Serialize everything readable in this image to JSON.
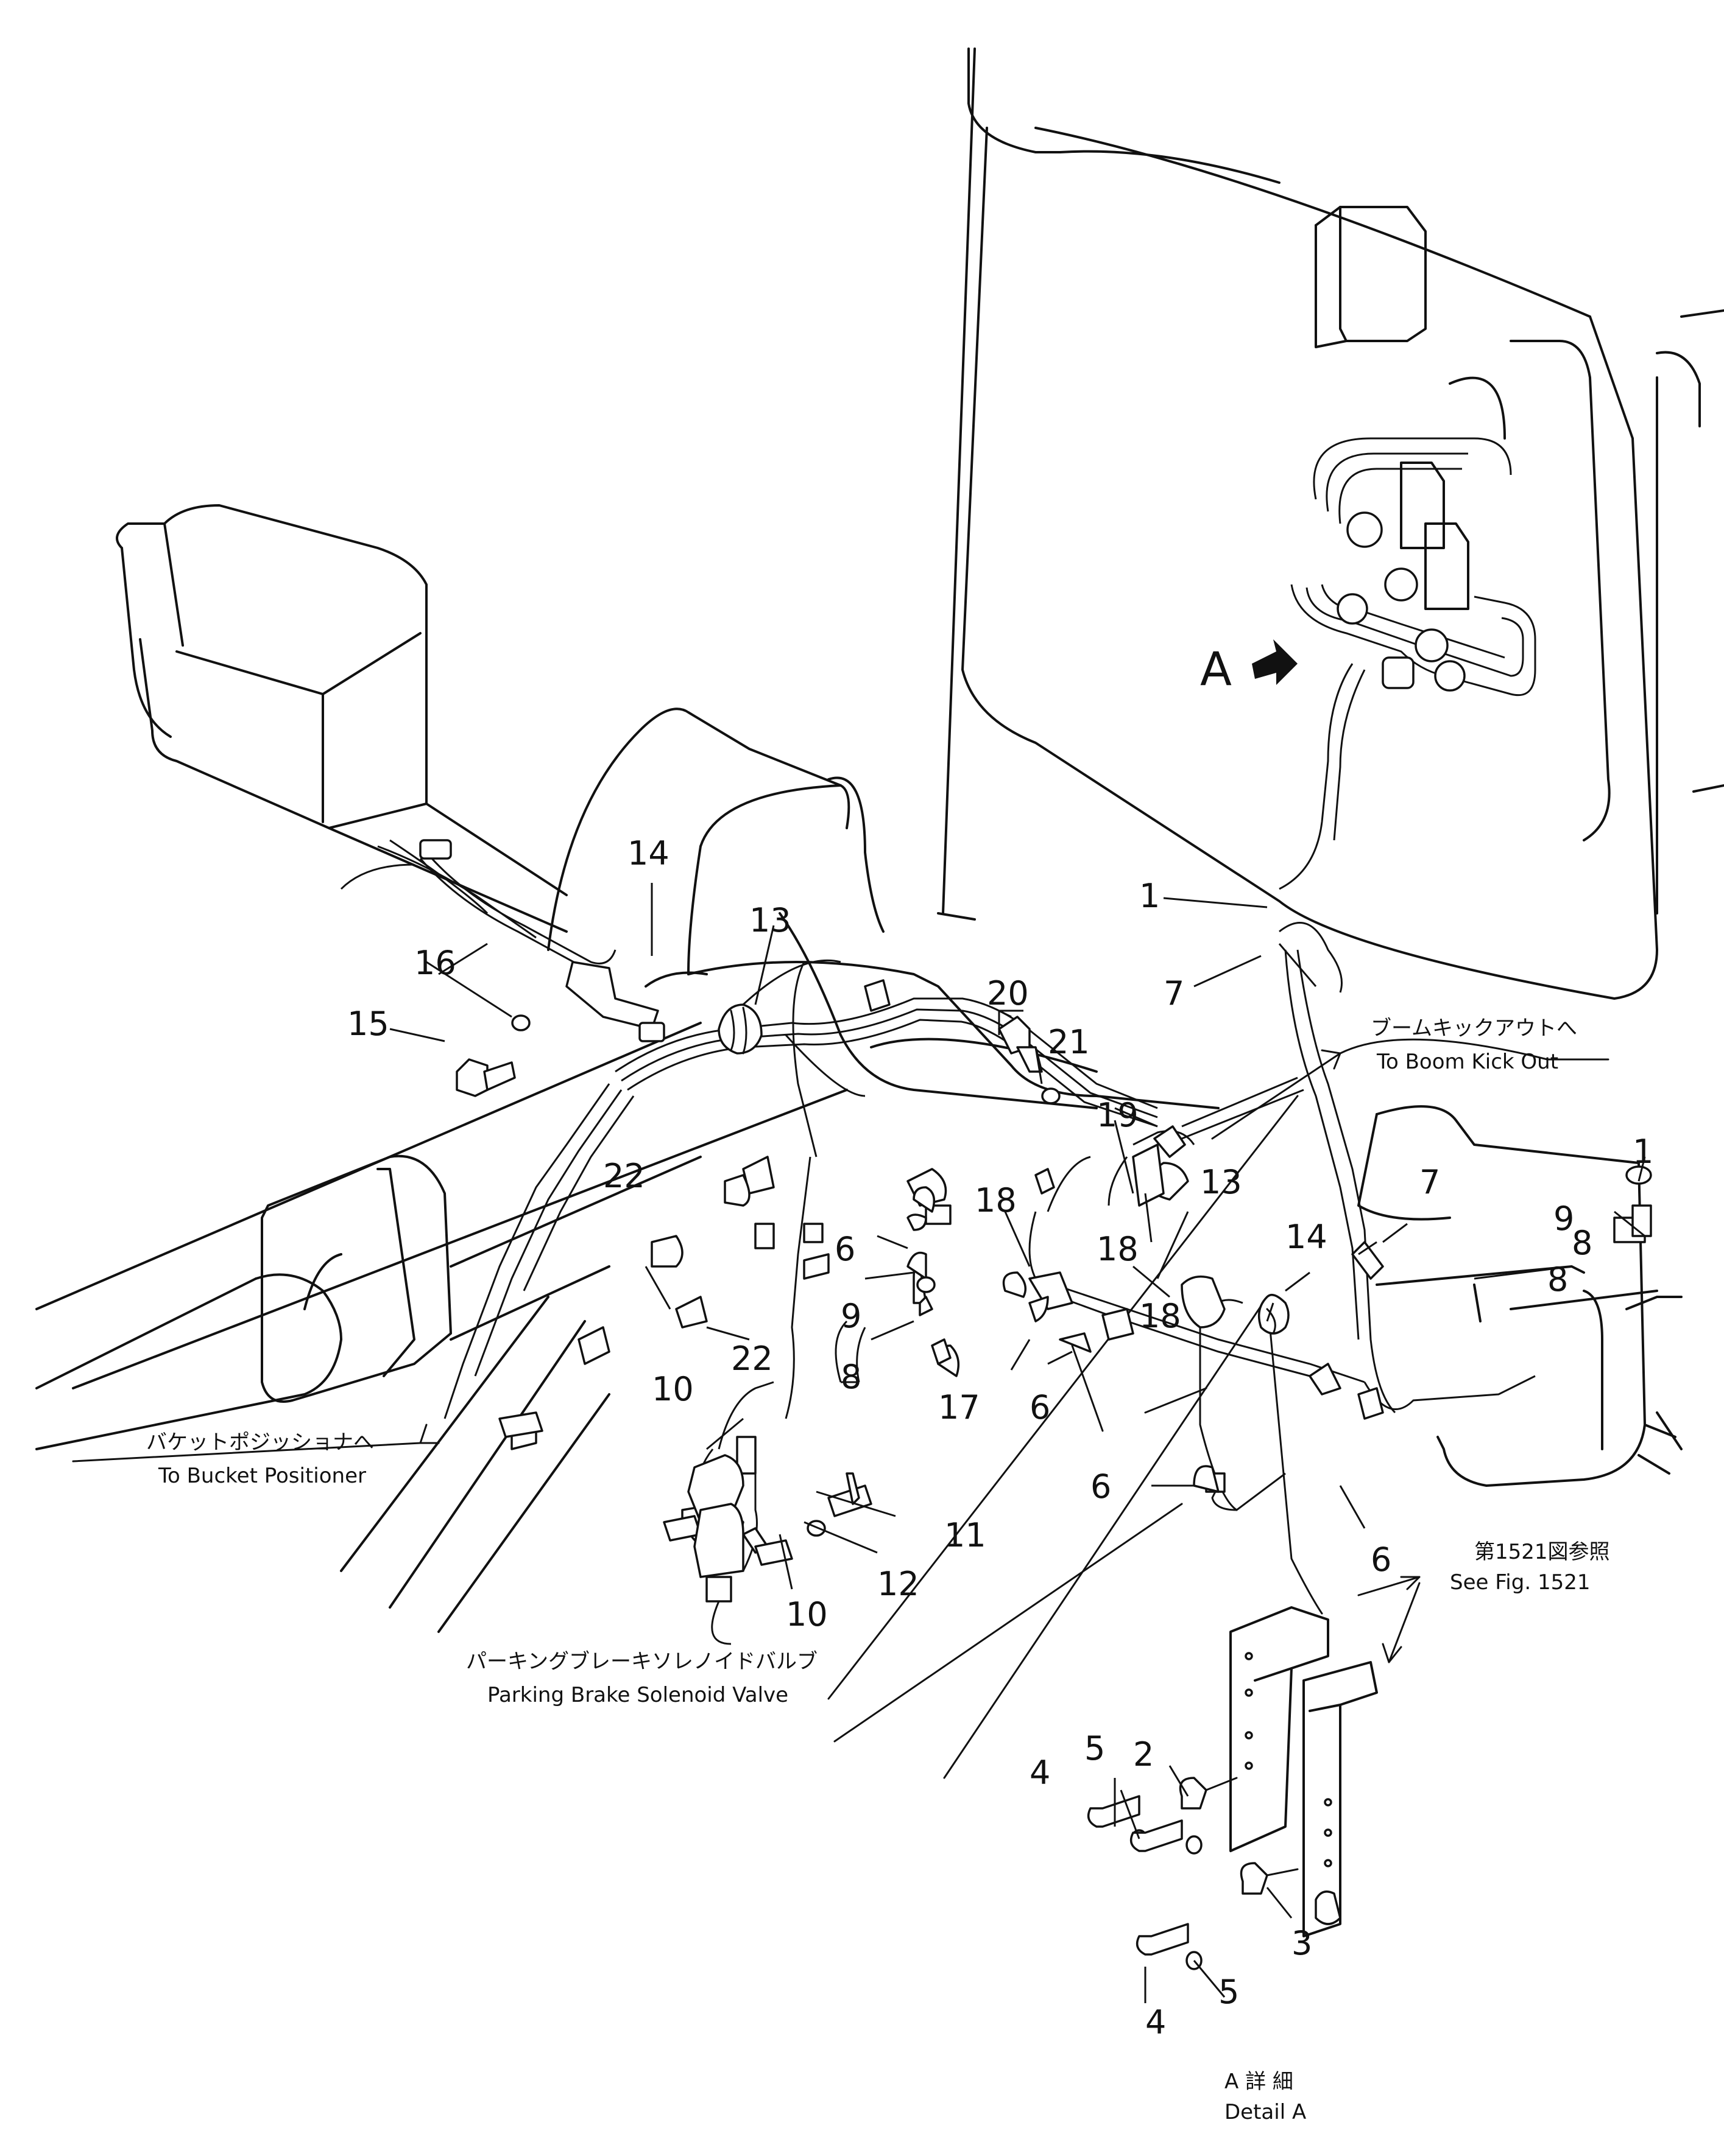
{
  "callouts": {
    "c1": "1",
    "c1b": "1",
    "c2": "2",
    "c3": "3",
    "c4a": "4",
    "c4b": "4",
    "c5a": "5",
    "c5b": "5",
    "c6a": "6",
    "c6b": "6",
    "c6c": "6",
    "c6d": "6",
    "c7a": "7",
    "c7b": "7",
    "c8a": "8",
    "c8b": "8",
    "c8c": "8",
    "c9a": "9",
    "c9b": "9",
    "c10a": "10",
    "c10b": "10",
    "c11": "11",
    "c12": "12",
    "c13a": "13",
    "c13b": "13",
    "c14a": "14",
    "c14b": "14",
    "c15": "15",
    "c16": "16",
    "c17": "17",
    "c18a": "18",
    "c18b": "18",
    "c18c": "18",
    "c19": "19",
    "c20": "20",
    "c21": "21",
    "c22a": "22",
    "c22b": "22"
  },
  "labels": {
    "detail_marker": "A",
    "boom_kickout_jp": "ブームキックアウトへ",
    "boom_kickout_en": "To Boom Kick Out",
    "bucket_positioner_jp": "バケットポジッショナへ",
    "bucket_positioner_en": "To Bucket Positioner",
    "parking_brake_jp": "パーキングブレーキソレノイドバルブ",
    "parking_brake_en": "Parking Brake Solenoid Valve",
    "see_fig_jp": "第1521図参照",
    "see_fig_en": "See Fig. 1521",
    "detail_a_jp": "A 詳 細",
    "detail_a_en": "Detail A"
  }
}
